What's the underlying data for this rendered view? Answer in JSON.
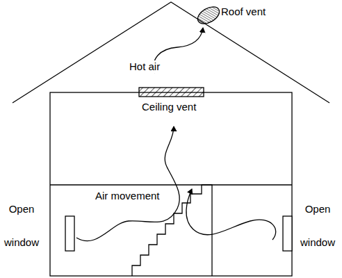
{
  "diagram": {
    "labels": [
      "Roof vent",
      "Hot air",
      "Ceiling vent",
      "Air movement",
      "Open window",
      "Open window"
    ]
  }
}
